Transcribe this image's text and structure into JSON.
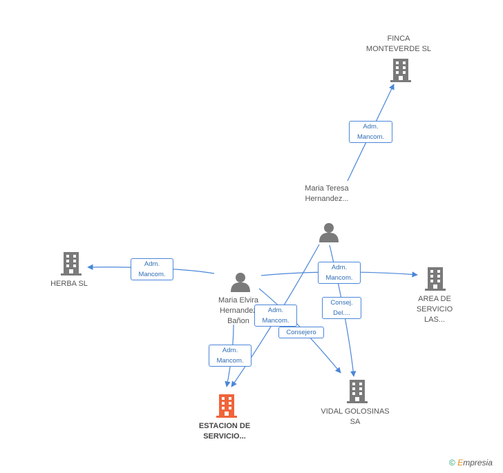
{
  "nodes": {
    "finca": "FINCA MONTEVERDE SL",
    "maria_teresa": "Maria Teresa Hernandez...",
    "herba": "HERBA SL",
    "area": "AREA DE SERVICIO LAS...",
    "maria_elvira": "Maria Elvira Hernandez Bañon",
    "estacion": "ESTACION DE SERVICIO...",
    "vidal": "VIDAL GOLOSINAS SA"
  },
  "edges": {
    "teresa_finca": [
      "Adm.",
      "Mancom."
    ],
    "elvira_herba": [
      "Adm.",
      "Mancom."
    ],
    "elvira_area": [
      "Adm.",
      "Mancom."
    ],
    "teresa_vidal": [
      "Consej.",
      "Del...."
    ],
    "teresa_estacion": [
      "Adm.",
      "Mancom."
    ],
    "elvira_vidal": "Consejero",
    "elvira_estacion": [
      "Adm.",
      "Mancom."
    ]
  },
  "footer": {
    "copyright": "©",
    "brand_first": "E",
    "brand_rest": "mpresia"
  },
  "colors": {
    "edge": "#4a86d8",
    "node_icon": "#7a7a7a",
    "main_icon": "#f0643a"
  }
}
